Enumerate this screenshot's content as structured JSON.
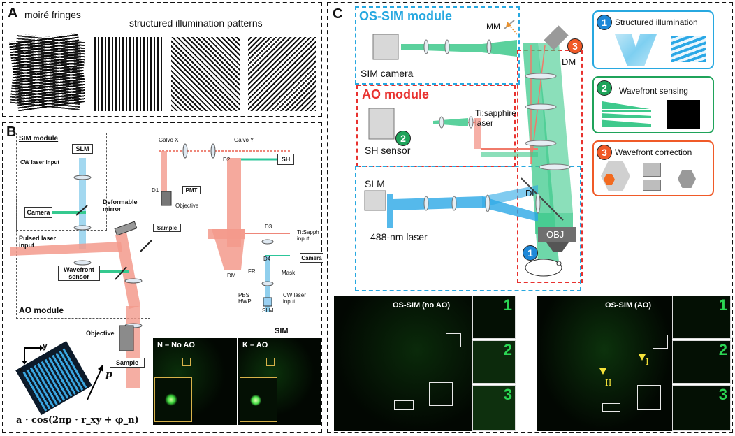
{
  "panel_a": {
    "label": "A",
    "moire_label": "moiré fringes",
    "patterns_label": "structured illumination patterns"
  },
  "panel_b": {
    "label": "B",
    "sim_module": "SIM module",
    "slm": "SLM",
    "cw_laser_input": "CW laser input",
    "camera": "Camera",
    "deformable_mirror": "Deformable mirror",
    "pulsed_laser_input": "Pulsed laser input",
    "wavefront_sensor": "Wavefront sensor",
    "ao_module": "AO module",
    "objective": "Objective",
    "sample": "Sample",
    "galvo_x": "Galvo X",
    "galvo_y": "Galvo Y",
    "sh": "SH",
    "d2": "D2",
    "d1": "D1",
    "pmt": "PMT",
    "objective_small": "Objective",
    "sample_small": "Sample",
    "d3": "D3",
    "tisapph_input": "Ti:Sapph input",
    "d4": "D4",
    "camera_small": "Camera",
    "fr": "FR",
    "mask": "Mask",
    "dm": "DM",
    "pbs_hwp": "PBS HWP",
    "cw_laser_input_small": "CW laser input",
    "slm_small": "SLM",
    "axis_y": "y",
    "axis_x": "x",
    "vector_p": "p",
    "formula": "a · cos(2πp · r_xy + φ_n)",
    "sim_title": "SIM",
    "img_no_ao": "N – No AO",
    "img_ao": "K – AO"
  },
  "panel_c": {
    "label": "C",
    "os_sim_module": "OS-SIM module",
    "mm": "MM",
    "dm": "DM",
    "sim_camera": "SIM camera",
    "ao_module": "AO module",
    "ti_sapphire_laser": "Ti:sapphire laser",
    "sh_sensor": "SH sensor",
    "di": "Di",
    "slm": "SLM",
    "laser_488": "488-nm laser",
    "obj": "OBJ",
    "badges": [
      "1",
      "2",
      "3"
    ],
    "legend": {
      "structured_illumination": "Structured illumination",
      "wavefront_sensing": "Wavefront sensing",
      "wavefront_correction": "Wavefront correction"
    },
    "micro_left_title": "OS-SIM (no AO)",
    "micro_right_title": "OS-SIM (AO)",
    "inset_numbers": [
      "1",
      "2",
      "3"
    ],
    "marker_i": "I",
    "marker_ii": "II"
  },
  "colors": {
    "ao_red": "#e8322f",
    "sim_blue": "#27a8e0",
    "beam_green": "#3ec98c",
    "beam_blue": "#2ba8e6",
    "beam_red": "#f07a6a",
    "badge_blue": "#1e88d8",
    "badge_green": "#1fa35a",
    "badge_orange": "#f05a28"
  }
}
